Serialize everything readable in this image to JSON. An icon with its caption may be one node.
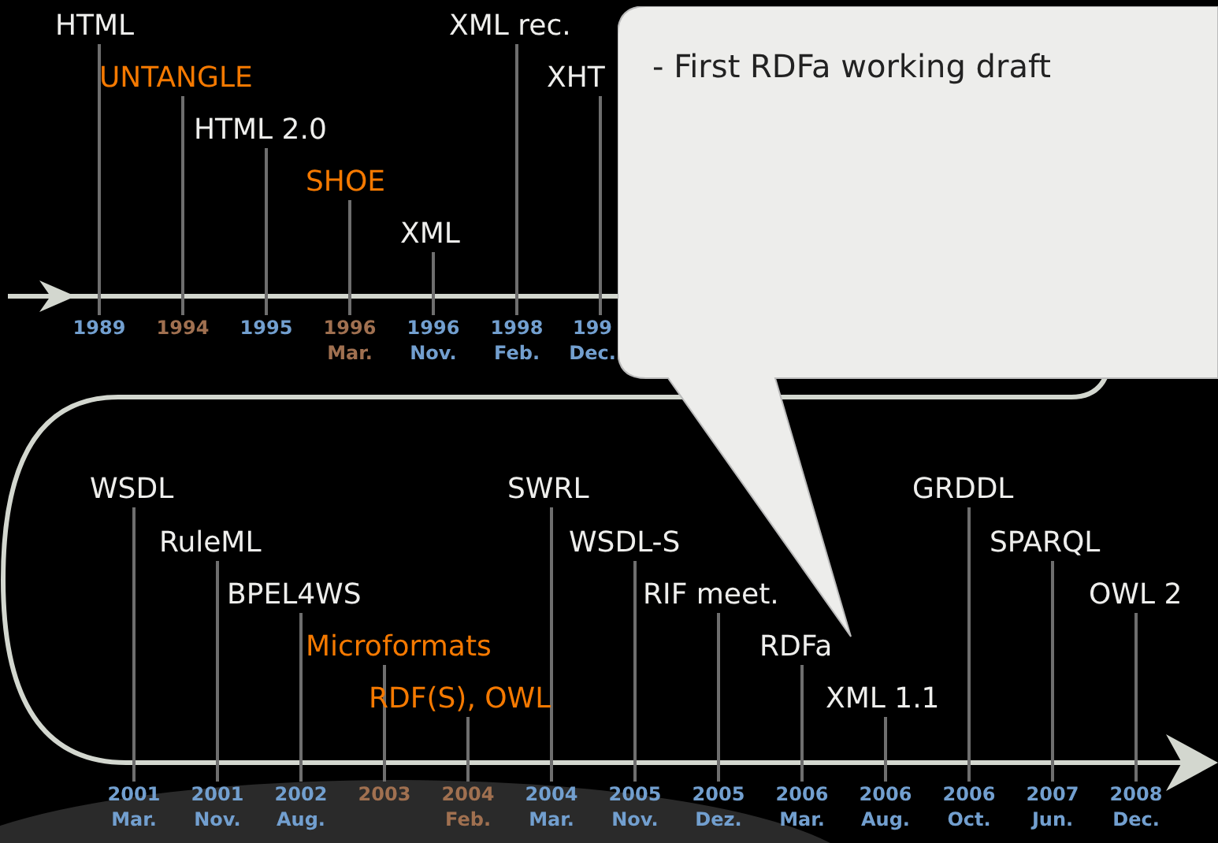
{
  "diagram": {
    "nodes": [
      {
        "text": [
          "- First RDFa working draft"
        ]
      }
    ],
    "labels": [
      "HTML",
      "1989",
      "UNTANGLE",
      "1994",
      "HTML 2.0",
      "1995",
      "SHOE",
      "1996 Mar.",
      "XML",
      "1996 Nov.",
      "XML rec.",
      "1998 Feb.",
      "XHT",
      "199 Dec.",
      "WSDL",
      "2001 Mar.",
      "RuleML",
      "2001 Nov.",
      "BPEL4WS",
      "2002 Aug.",
      "Microformats",
      "2003",
      "RDF(S), OWL",
      "2004 Feb.",
      "SWRL",
      "2004 Mar.",
      "WSDL-S",
      "2005 Nov.",
      "RIF meet.",
      "2005 Dez.",
      "RDFa",
      "2006 Mar.",
      "XML 1.1",
      "2006 Aug.",
      "GRDDL",
      "2006 Oct.",
      "SPARQL",
      "2007 Jun.",
      "OWL 2",
      "2008 Dec."
    ]
  }
}
